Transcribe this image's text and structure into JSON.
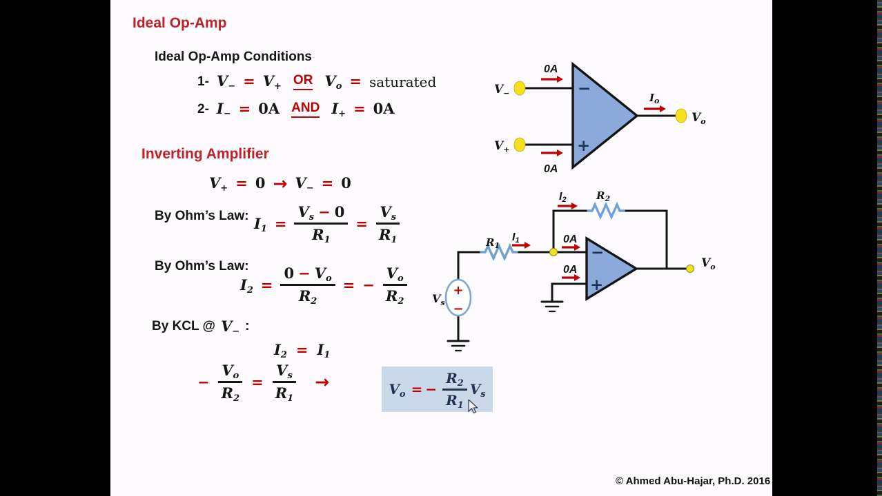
{
  "colors": {
    "accent_red": "#c00000",
    "heading_red": "#be2026",
    "op_amp_fill": "#8ca9dc",
    "wire_black": "#141414",
    "resistor_blue": "#6fa0d4",
    "terminal_yellow": "#f5df1e",
    "highlight_bg": "#cbd8ea",
    "result_navy": "#1f3455",
    "slide_bg": "#fdfbfd",
    "frame_black": "#000000"
  },
  "header": {
    "title": "Ideal Op-Amp",
    "conditions_heading": "Ideal Op-Amp Conditions",
    "section2": "Inverting Amplifier"
  },
  "cond1": {
    "num": "1-",
    "v1": "V",
    "v1s": "−",
    "eq1": "=",
    "v2": "V",
    "v2s": "+",
    "or": "OR",
    "v3": "V",
    "v3s": "o",
    "eq2": "=",
    "sat": "saturated"
  },
  "cond2": {
    "num": "2-",
    "i1": "I",
    "i1s": "−",
    "eq1": "=",
    "z1": "0A",
    "and": "AND",
    "i2": "I",
    "i2s": "+",
    "eq2": "=",
    "z2": "0A"
  },
  "step0": {
    "v1": "V",
    "v1s": "+",
    "eq1": "=",
    "z1": "0",
    "arrow": "→",
    "v2": "V",
    "v2s": "−",
    "eq2": "=",
    "z2": "0"
  },
  "ohm1": {
    "label": "By Ohm’s Law:",
    "i": "I",
    "is": "1",
    "eq1": "=",
    "n1a": "V",
    "n1as": "s",
    "minus": "−",
    "n1b": "0",
    "d1": "R",
    "d1s": "1",
    "eq2": "=",
    "n2": "V",
    "n2s": "s",
    "d2": "R",
    "d2s": "1"
  },
  "ohm2": {
    "label": "By Ohm’s Law:",
    "i": "I",
    "is": "2",
    "eq1": "=",
    "n1a": "0",
    "minus": "−",
    "n1b": "V",
    "n1bs": "o",
    "d1": "R",
    "d1s": "2",
    "eq2": "=",
    "neg": "−",
    "n2": "V",
    "n2s": "o",
    "d2": "R",
    "d2s": "2"
  },
  "kcl": {
    "label": "By KCL @",
    "v": "V",
    "vs": "−",
    "colon": ":"
  },
  "kcleq": {
    "a": "I",
    "as": "2",
    "eq": "=",
    "b": "I",
    "bs": "1"
  },
  "final": {
    "neg": "−",
    "n1": "V",
    "n1s": "o",
    "d1": "R",
    "d1s": "2",
    "eq": "=",
    "n2": "V",
    "n2s": "s",
    "d2": "R",
    "d2s": "1",
    "arrow": "→"
  },
  "result": {
    "v": "V",
    "vs": "o",
    "eq": "=",
    "neg": "−",
    "nr": "R",
    "nrs": "2",
    "dr": "R",
    "drs": "1",
    "v2": "V",
    "v2s": "s"
  },
  "circuit1": {
    "vminus": "V",
    "vminus_sub": "−",
    "vplus": "V",
    "vplus_sub": "+",
    "oa_top": "0A",
    "oa_bottom": "0A",
    "io": "I",
    "io_sub": "o",
    "vo": "V",
    "vo_sub": "o",
    "minus": "−",
    "plus": "+"
  },
  "circuit2": {
    "i2": "I",
    "i2_sub": "2",
    "r2": "R",
    "r2_sub": "2",
    "r1": "R",
    "r1_sub": "1",
    "i1": "I",
    "i1_sub": "1",
    "oa_top": "0A",
    "oa_bottom": "0A",
    "minus": "−",
    "plus": "+",
    "vs": "V",
    "vs_sub": "s",
    "src_plus": "+",
    "src_minus": "−",
    "vo": "V",
    "vo_sub": "o"
  },
  "footer": {
    "copyright": "© Ahmed Abu-Hajar, Ph.D. 2016"
  }
}
